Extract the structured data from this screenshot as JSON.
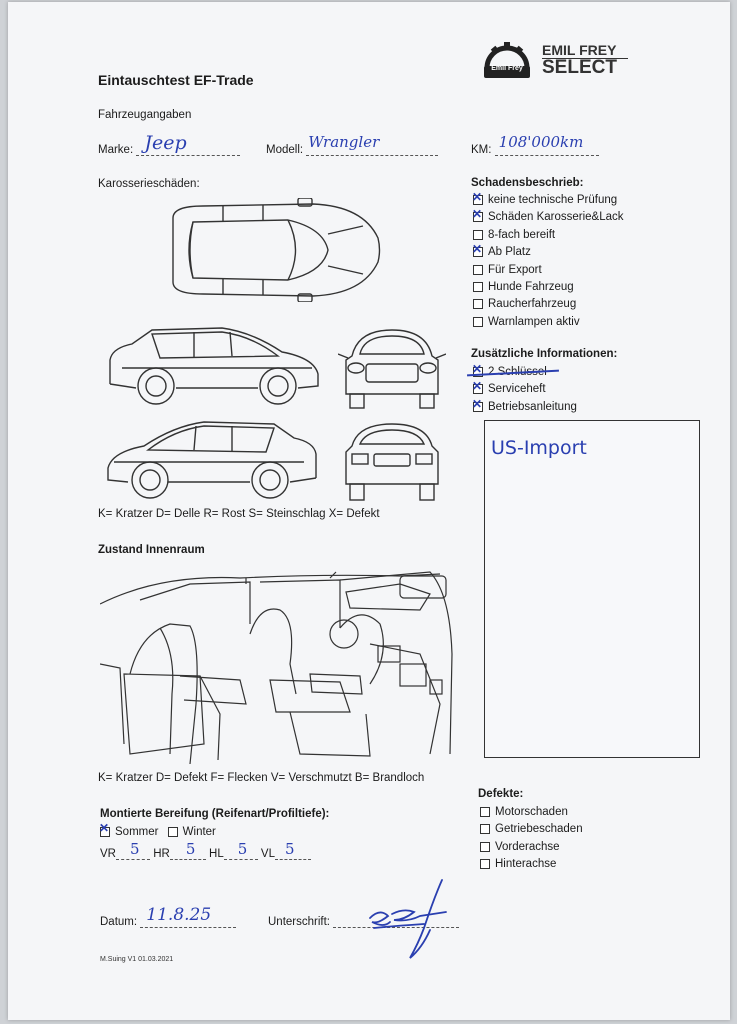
{
  "header": {
    "title": "Eintauschtest EF-Trade",
    "logo_small": "Emil Frey",
    "logo_line1": "EMIL FREY",
    "logo_line2": "SELECT"
  },
  "vehicle": {
    "section": "Fahrzeugangaben",
    "marke_label": "Marke:",
    "marke_value": "Jeep",
    "modell_label": "Modell:",
    "modell_value": "Wrangler",
    "km_label": "KM:",
    "km_value": "108'000km"
  },
  "body_damage": {
    "label": "Karosserieschäden:",
    "legend": "K= Kratzer D= Delle R= Rost S= Steinschlag X= Defekt"
  },
  "damage_desc": {
    "title": "Schadensbeschrieb:",
    "items": [
      {
        "label": "keine technische Prüfung",
        "checked": true
      },
      {
        "label": "Schäden Karosserie&Lack",
        "checked": true
      },
      {
        "label": "8-fach bereift",
        "checked": false
      },
      {
        "label": "Ab Platz",
        "checked": true
      },
      {
        "label": "Für Export",
        "checked": false
      },
      {
        "label": "Hunde Fahrzeug",
        "checked": false
      },
      {
        "label": "Raucherfahrzeug",
        "checked": false
      },
      {
        "label": "Warnlampen aktiv",
        "checked": false
      }
    ]
  },
  "extra_info": {
    "title": "Zusätzliche Informationen:",
    "items": [
      {
        "label": "2 Schlüssel",
        "checked": true
      },
      {
        "label": "Serviceheft",
        "checked": true
      },
      {
        "label": "Betriebsanleitung",
        "checked": true
      }
    ],
    "note": "US-Import"
  },
  "interior": {
    "title": "Zustand Innenraum",
    "legend": "K= Kratzer D= Defekt F= Flecken V= Verschmutzt B= Brandloch"
  },
  "tires": {
    "title": "Montierte Bereifung (Reifenart/Profiltiefe):",
    "sommer": "Sommer",
    "winter": "Winter",
    "vr_label": "VR",
    "vr_value": "5",
    "hr_label": "HR",
    "hr_value": "5",
    "hl_label": "HL",
    "hl_value": "5",
    "vl_label": "VL",
    "vl_value": "5"
  },
  "defects": {
    "title": "Defekte:",
    "items": [
      "Motorschaden",
      "Getriebeschaden",
      "Vorderachse",
      "Hinterachse"
    ]
  },
  "footer": {
    "datum_label": "Datum:",
    "datum_value": "11.8.25",
    "unterschrift_label": "Unterschrift:",
    "version": "M.Suing V1 01.03.2021"
  }
}
